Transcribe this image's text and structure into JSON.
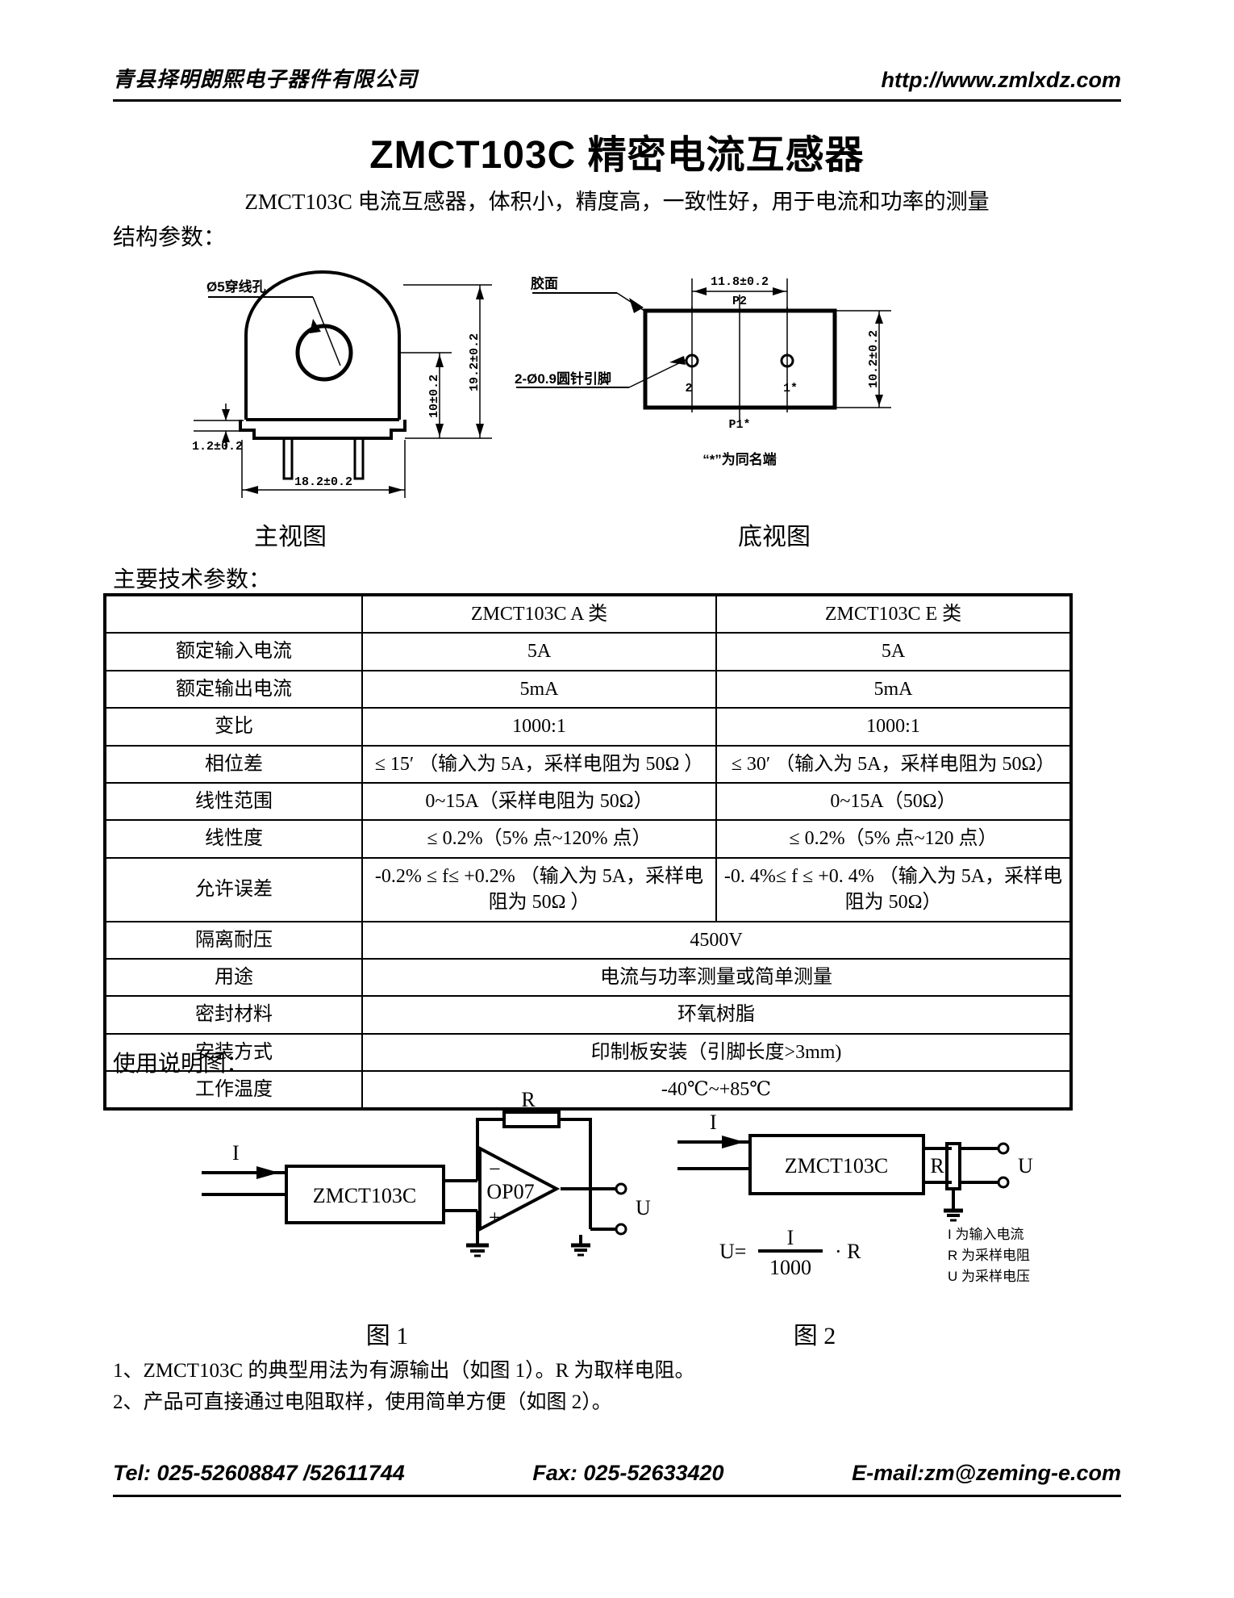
{
  "header": {
    "company": "青县择明朗熙电子器件有限公司",
    "website": "http://www.zmlxdz.com"
  },
  "title": "ZMCT103C 精密电流互感器",
  "subtitle": "ZMCT103C 电流互感器，体积小，精度高，一致性好，用于电流和功率的测量",
  "sections": {
    "structure": "结构参数：",
    "tech": "主要技术参数：",
    "usage": "使用说明图："
  },
  "drawings": {
    "front": {
      "caption": "主视图",
      "hole_label": "Ø5穿线孔",
      "dim_height_total": "19.2±0.2",
      "dim_height_inner": "10±0.2",
      "dim_foot": "1.2±0.2",
      "dim_width": "18.2±0.2"
    },
    "bottom": {
      "caption": "底视图",
      "glue_label": "胶面",
      "pin_label": "2-Ø0.9圆针引脚",
      "dim_pitch": "11.8±0.2",
      "dim_height": "10.2±0.2",
      "p2": "P2",
      "p1": "P1*",
      "pin2": "2",
      "pin1": "1*",
      "note": "“*”为同名端"
    }
  },
  "spec_table": {
    "headers": [
      "",
      "ZMCT103C A 类",
      "ZMCT103C E 类"
    ],
    "rows": [
      {
        "name": "额定输入电流",
        "a": "5A",
        "e": "5A"
      },
      {
        "name": "额定输出电流",
        "a": "5mA",
        "e": "5mA"
      },
      {
        "name": "变比",
        "a": "1000:1",
        "e": "1000:1"
      },
      {
        "name": "相位差",
        "a": "≤ 15′ （输入为 5A，采样电阻为 50Ω ）",
        "e": "≤ 30′ （输入为 5A，采样电阻为 50Ω）"
      },
      {
        "name": "线性范围",
        "a": "0~15A（采样电阻为 50Ω）",
        "e": "0~15A（50Ω）"
      },
      {
        "name": "线性度",
        "a": "≤ 0.2%（5% 点~120% 点）",
        "e": "≤ 0.2%（5% 点~120 点）"
      },
      {
        "name": "允许误差",
        "a": "-0.2% ≤ f≤ +0.2% （输入为 5A，采样电阻为 50Ω ）",
        "e": "-0. 4%≤ f ≤ +0. 4% （输入为 5A，采样电阻为 50Ω）"
      },
      {
        "name": "隔离耐压",
        "span": "4500V"
      },
      {
        "name": "用途",
        "span": "电流与功率测量或简单测量"
      },
      {
        "name": "密封材料",
        "span": "环氧树脂"
      },
      {
        "name": "安装方式",
        "span": "印制板安装（引脚长度>3mm)"
      },
      {
        "name": "工作温度",
        "span": "-40℃~+85℃"
      }
    ]
  },
  "figures": {
    "fig1": {
      "caption": "图 1",
      "current_label": "I",
      "device_label": "ZMCT103C",
      "opamp_label": "OP07",
      "resistor_label": "R",
      "output_label": "U",
      "plus": "+",
      "minus": "−"
    },
    "fig2": {
      "caption": "图 2",
      "current_label": "I",
      "device_label": "ZMCT103C",
      "resistor_label": "R",
      "output_label": "U",
      "formula_u": "U=",
      "formula_num": "I",
      "formula_den": "1000",
      "formula_tail": "· R",
      "legend": [
        "I 为输入电流",
        "R 为采样电阻",
        "U 为采样电压"
      ]
    }
  },
  "notes": [
    "1、ZMCT103C 的典型用法为有源输出（如图 1）。R 为取样电阻。",
    "2、产品可直接通过电阻取样，使用简单方便（如图 2）。"
  ],
  "footer": {
    "tel": "Tel: 025-52608847 /52611744",
    "fax": "Fax: 025-52633420",
    "email": "E-mail:zm@zeming-e.com"
  }
}
